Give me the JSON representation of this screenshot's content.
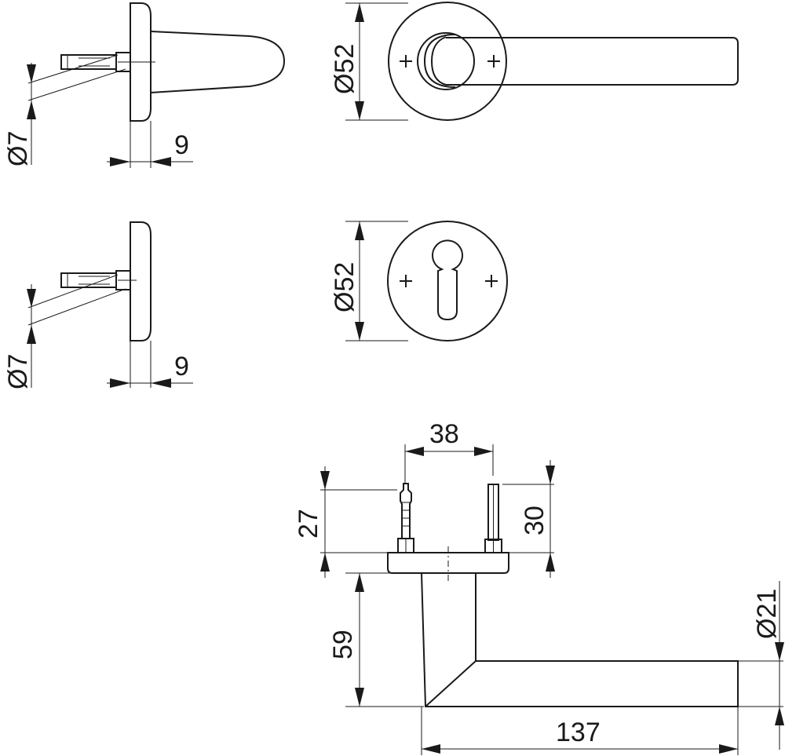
{
  "views": {
    "lever_side": {
      "name": "lever-side-view"
    },
    "lever_front": {
      "name": "lever-front-view"
    },
    "escutcheon_side": {
      "name": "escutcheon-side-view"
    },
    "escutcheon_front": {
      "name": "escutcheon-front-view"
    },
    "lever_top": {
      "name": "lever-top-view"
    }
  },
  "dimensions": {
    "screw_dia_top": "Ø7",
    "thickness_top": "9",
    "rose_dia_top": "Ø52",
    "screw_dia_mid": "Ø7",
    "thickness_mid": "9",
    "rose_dia_mid": "Ø52",
    "pin_spacing": "38",
    "pin_height_left": "27",
    "pin_height_right": "30",
    "lever_height": "59",
    "lever_dia": "Ø21",
    "lever_length": "137"
  }
}
